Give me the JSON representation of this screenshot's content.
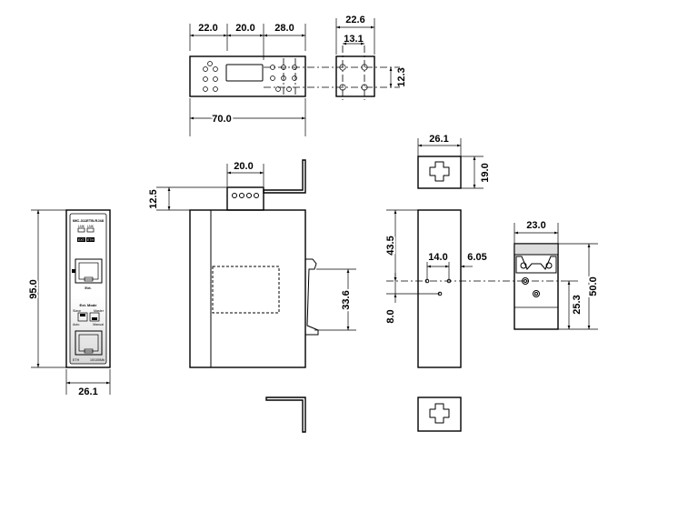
{
  "top_view": {
    "width_seg_1": "22.0",
    "width_seg_2": "20.0",
    "width_seg_3": "28.0",
    "total_width": "70.0",
    "clip_width": "22.6",
    "hole_spacing_x": "13.1",
    "hole_spacing_y": "12.3"
  },
  "front_view": {
    "height": "95.0",
    "width": "26.1",
    "model_label": "IMC-311ETB-RJ48",
    "led_labels": [
      "LNK",
      "LNK"
    ],
    "led_sub_labels": [
      "EXT",
      "ETH"
    ],
    "ext_port_label": "Ext.",
    "ext_mode_title": "Ext. Mode",
    "mode_options": [
      "Slave",
      "Master",
      "Auto",
      "Manual"
    ],
    "eth_port_label": "ETH",
    "eth_speed_label": "10/100Mb"
  },
  "side_view": {
    "connector_width": "20.0",
    "connector_height": "12.5",
    "slot_height": "33.6"
  },
  "mount_plate": {
    "width": "26.1",
    "height": "19.0",
    "dim_43_5": "43.5",
    "dim_14_0": "14.0",
    "dim_6_05": "6.05",
    "dim_8_0": "8.0"
  },
  "din_clip": {
    "width": "23.0",
    "total_height": "50.0",
    "lower_height": "25.3"
  }
}
